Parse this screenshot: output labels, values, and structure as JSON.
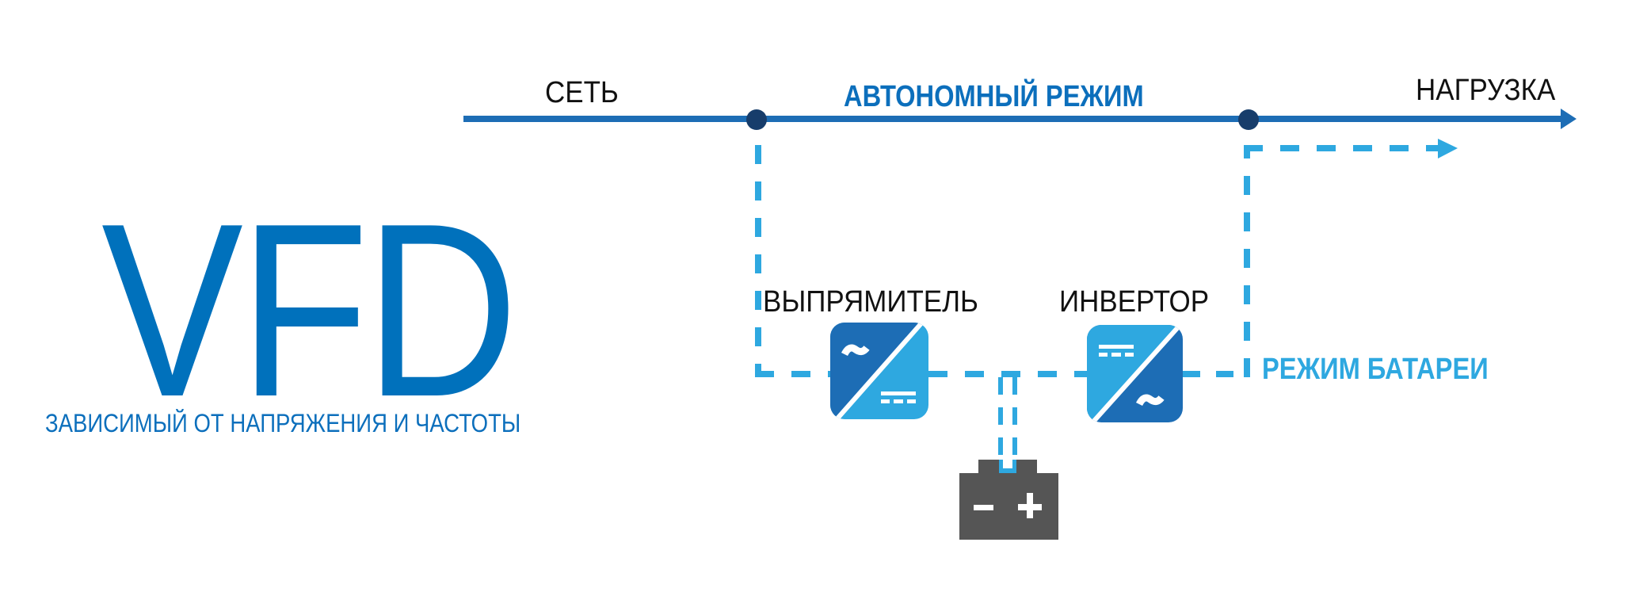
{
  "title": {
    "main": "VFD",
    "subtitle": "ЗАВИСИМЫЙ ОТ НАПРЯЖЕНИЯ И ЧАСТОТЫ"
  },
  "labels": {
    "grid": "СЕТЬ",
    "online_mode": "АВТОНОМНЫЙ РЕЖИМ",
    "load": "НАГРУЗКА",
    "rectifier": "ВЫПРЯМИТЕЛЬ",
    "inverter": "ИНВЕРТОР",
    "battery_mode": "РЕЖИМ БАТАРЕИ"
  },
  "icons": {
    "rectifier": "ac-to-dc-converter-icon",
    "inverter": "dc-to-ac-converter-icon",
    "battery": "battery-icon",
    "battery_negative": "−",
    "battery_positive": "+",
    "ac_symbol": "~"
  },
  "colors": {
    "main_line": "#1d6db5",
    "junction_dot": "#173d6b",
    "dashed_path": "#2ea8e0",
    "converter_dark": "#1d6db5",
    "converter_light": "#2ea8e0",
    "battery": "#555555",
    "title": "#0071bc",
    "text": "#111111"
  }
}
